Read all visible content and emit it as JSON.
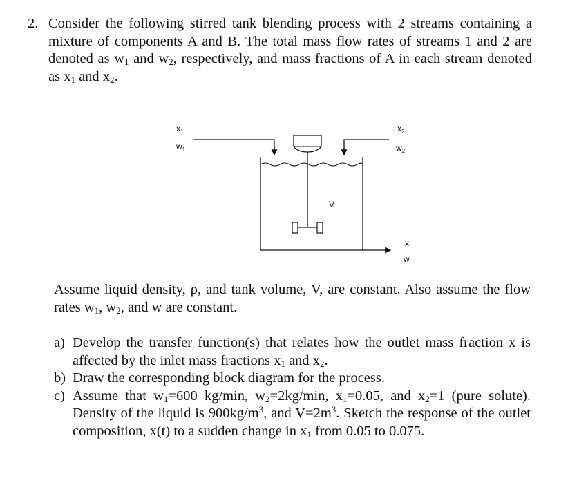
{
  "problem": {
    "number": "2.",
    "intro": [
      "Consider the following stirred tank blending process with 2 streams containing a mixture of components A and B. The total mass flow rates of streams 1 and 2 are denoted as w",
      "1",
      " and w",
      "2",
      ", respectively, and mass fractions of A in each stream denoted as x",
      "1",
      " and x",
      "2",
      "."
    ]
  },
  "figure": {
    "stream1_x": "x",
    "stream1_x_sub": "1",
    "stream1_w": "w",
    "stream1_w_sub": "1",
    "stream2_x": "x",
    "stream2_x_sub": "2",
    "stream2_w": "w",
    "stream2_w_sub": "2",
    "volume_label": "V",
    "outlet_x": "x",
    "outlet_w": "w"
  },
  "assume": [
    "Assume liquid density, ρ, and tank volume, V, are constant.  Also assume the flow rates w",
    "1",
    ", w",
    "2",
    ", and w are constant."
  ],
  "parts": {
    "a": {
      "label": "a)",
      "text": [
        "Develop the transfer function(s) that relates how the outlet mass fraction x is affected by the inlet mass fractions x",
        "1",
        " and x",
        "2",
        "."
      ]
    },
    "b": {
      "label": "b)",
      "text": "Draw the corresponding block diagram for the process."
    },
    "c": {
      "label": "c)",
      "text": [
        "Assume that w",
        "1",
        "=600 kg/min, w",
        "2",
        "=2kg/min, x",
        "1",
        "=0.05, and x",
        "2",
        "=1 (pure solute).  Density of the liquid is 900kg/m",
        "3",
        ", and V=2m",
        "3",
        ".  Sketch the response of the outlet composition, x(t) to a sudden change in x",
        "1",
        " from 0.05 to 0.075."
      ]
    }
  }
}
